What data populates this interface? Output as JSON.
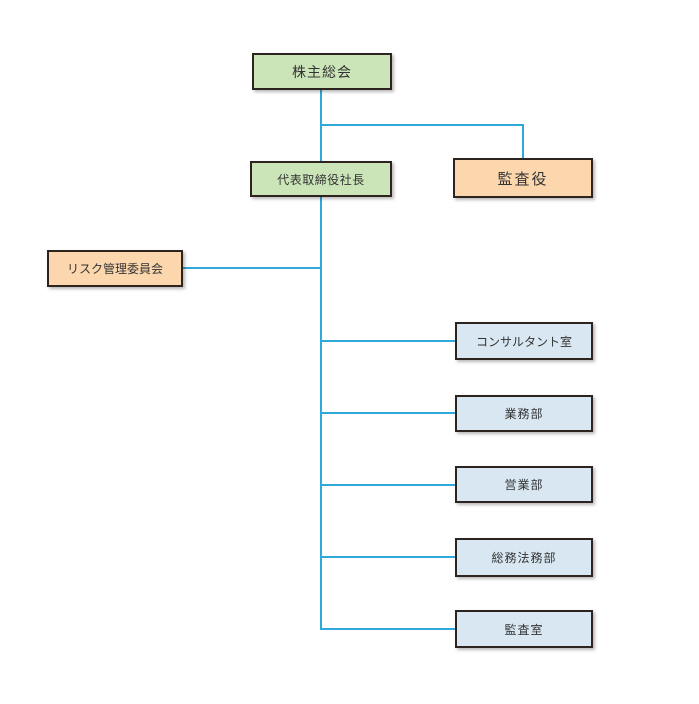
{
  "diagram": {
    "type": "org-chart",
    "nodes": [
      {
        "id": "shareholders",
        "label": "株主総会",
        "style": "green"
      },
      {
        "id": "president",
        "label": "代表取締役社長",
        "style": "green"
      },
      {
        "id": "auditor",
        "label": "監査役",
        "style": "orange"
      },
      {
        "id": "risk-committee",
        "label": "リスク管理委員会",
        "style": "orange"
      },
      {
        "id": "consultant-office",
        "label": "コンサルタント室",
        "style": "blue"
      },
      {
        "id": "operations-dept",
        "label": "業務部",
        "style": "blue"
      },
      {
        "id": "sales-dept",
        "label": "営業部",
        "style": "blue"
      },
      {
        "id": "general-legal-dept",
        "label": "総務法務部",
        "style": "blue"
      },
      {
        "id": "audit-office",
        "label": "監査室",
        "style": "blue"
      }
    ],
    "edges": [
      {
        "from": "shareholders",
        "to": "president"
      },
      {
        "from": "shareholders",
        "to": "auditor"
      },
      {
        "from": "president",
        "to": "risk-committee"
      },
      {
        "from": "president",
        "to": "consultant-office"
      },
      {
        "from": "president",
        "to": "operations-dept"
      },
      {
        "from": "president",
        "to": "sales-dept"
      },
      {
        "from": "president",
        "to": "general-legal-dept"
      },
      {
        "from": "president",
        "to": "audit-office"
      }
    ],
    "colors": {
      "green_fill": "#cbe5b8",
      "orange_fill": "#fcd7ae",
      "blue_fill": "#d8e7f1",
      "box_border": "#2d2420",
      "connector": "#2fa8da",
      "text": "#333333",
      "background": "#ffffff"
    }
  }
}
